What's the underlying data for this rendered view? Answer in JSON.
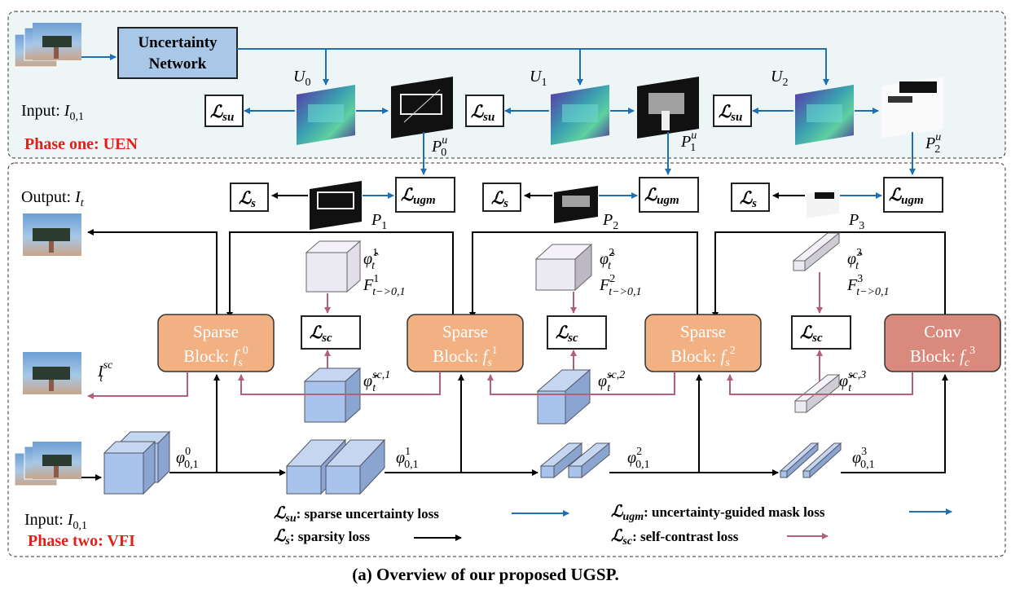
{
  "phase_one": {
    "label": "Phase one: UEN",
    "network_label_line1": "Uncertainty",
    "network_label_line2": "Network",
    "input_label": "Input: ",
    "input_var": "I",
    "input_sub": "0,1"
  },
  "phase_two": {
    "label": "Phase two: VFI",
    "output_label": "Output: ",
    "output_var": "I",
    "output_sub": "t",
    "sc_var": "I",
    "sc_sub": "t",
    "sc_sup": "sc",
    "input_label": "Input: ",
    "input_var": "I",
    "input_sub": "0,1"
  },
  "uncertainty_maps": [
    {
      "var": "U",
      "sub": "0"
    },
    {
      "var": "U",
      "sub": "1"
    },
    {
      "var": "U",
      "sub": "2"
    }
  ],
  "prior_masks": [
    {
      "var": "P",
      "sub": "0",
      "sup": "u"
    },
    {
      "var": "P",
      "sub": "1",
      "sup": "u"
    },
    {
      "var": "P",
      "sub": "2",
      "sup": "u"
    }
  ],
  "masks": [
    {
      "var": "P",
      "sub": "1"
    },
    {
      "var": "P",
      "sub": "2"
    },
    {
      "var": "P",
      "sub": "3"
    }
  ],
  "losses": {
    "su": {
      "symbol": "ℒ",
      "sub": "su"
    },
    "s": {
      "symbol": "ℒ",
      "sub": "s"
    },
    "ugm": {
      "symbol": "ℒ",
      "sub": "ugm"
    },
    "sc": {
      "symbol": "ℒ",
      "sub": "sc"
    }
  },
  "blocks": [
    {
      "line1": "Sparse",
      "line2": "Block: ",
      "var": "f",
      "sub": "s",
      "sup": "0",
      "color": "#f2b183"
    },
    {
      "line1": "Sparse",
      "line2": "Block: ",
      "var": "f",
      "sub": "s",
      "sup": "1",
      "color": "#f2b183"
    },
    {
      "line1": "Sparse",
      "line2": "Block: ",
      "var": "f",
      "sub": "s",
      "sup": "2",
      "color": "#f2b183"
    },
    {
      "line1": "Conv",
      "line2": "Block: ",
      "var": "f",
      "sub": "c",
      "sup": "3",
      "color": "#d98a7c"
    }
  ],
  "phi_hat": [
    {
      "var": "φ̂",
      "sub": "t",
      "sup": "1",
      "f_var": "F",
      "f_sub": "t−>0,1",
      "f_sup": "1"
    },
    {
      "var": "φ̂",
      "sub": "t",
      "sup": "2",
      "f_var": "F",
      "f_sub": "t−>0,1",
      "f_sup": "2"
    },
    {
      "var": "φ̂",
      "sub": "t",
      "sup": "3",
      "f_var": "F",
      "f_sub": "t−>0,1",
      "f_sup": "3"
    }
  ],
  "phi_hat_sc": [
    {
      "var": "φ̂",
      "sub": "t",
      "sup": "sc,1"
    },
    {
      "var": "φ̂",
      "sub": "t",
      "sup": "sc,2"
    },
    {
      "var": "φ̂",
      "sub": "t",
      "sup": "sc,3"
    }
  ],
  "phi": [
    {
      "var": "φ",
      "sub": "0,1",
      "sup": "0"
    },
    {
      "var": "φ",
      "sub": "0,1",
      "sup": "1"
    },
    {
      "var": "φ",
      "sub": "0,1",
      "sup": "2"
    },
    {
      "var": "φ",
      "sub": "0,1",
      "sup": "3"
    }
  ],
  "legend": [
    {
      "sym": "ℒ",
      "sub": "su",
      "text": ": sparse uncertainty  loss",
      "color": "#1f6fb5"
    },
    {
      "sym": "ℒ",
      "sub": "s",
      "text": ": sparsity loss",
      "color": "#000000"
    },
    {
      "sym": "ℒ",
      "sub": "ugm",
      "text": ": uncertainty-guided  mask loss",
      "color": "#1f6fb5"
    },
    {
      "sym": "ℒ",
      "sub": "sc",
      "text": ": self-contrast loss",
      "color": "#b5607a"
    }
  ],
  "caption": "(a) Overview of our proposed UGSP.",
  "colors": {
    "blue_arrow": "#1f6fb5",
    "pink_arrow": "#b5607a",
    "phase_bg": "#eef5f6",
    "network_fill": "#a9c8e8",
    "red_label": "#e0201b"
  }
}
